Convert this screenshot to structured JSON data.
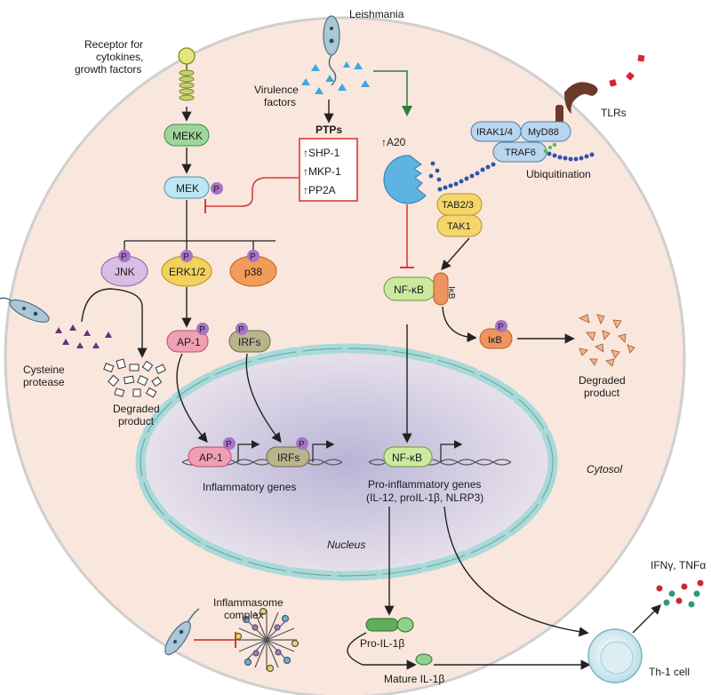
{
  "labels": {
    "leishmania": "Leishmania",
    "receptor_line1": "Receptor for",
    "receptor_line2": "cytokines,",
    "receptor_line3": "growth factors",
    "virulence_line1": "Virulence",
    "virulence_line2": "factors",
    "ptps": "PTPs",
    "shp1": "↑SHP-1",
    "mkp1": "↑MKP-1",
    "pp2a": "↑PP2A",
    "a20": "↑A20",
    "tlrs": "TLRs",
    "irak": "IRAK1/4",
    "myd88": "MyD88",
    "traf6": "TRAF6",
    "ubiquitination": "Ubiquitination",
    "tab23": "TAB2/3",
    "tak1": "TAK1",
    "mekk": "MEKK",
    "mek": "MEK",
    "p": "P",
    "jnk": "JNK",
    "erk": "ERK1/2",
    "p38": "p38",
    "nfkb": "NF-κB",
    "ikb": "IκB",
    "ap1": "AP-1",
    "irfs": "IRFs",
    "cysteine_line1": "Cysteine",
    "cysteine_line2": "protease",
    "degraded_line1": "Degraded",
    "degraded_line2": "product",
    "inflammatory_genes": "Inflammatory genes",
    "proinf_line1": "Pro-inflammatory genes",
    "proinf_line2": "(IL-12, proIL-1β, NLRP3)",
    "cytosol": "Cytosol",
    "nucleus": "Nucleus",
    "inflammasome_line1": "Inflammasome",
    "inflammasome_line2": "complex",
    "pro_il1b": "Pro-IL-1β",
    "mature_il1b": "Mature IL-1β",
    "ifn_tnf": "IFNγ, TNFα",
    "th1": "Th-1 cell"
  },
  "colors": {
    "cell_fill": "#f9e6dd",
    "cell_border": "#cfcfcf",
    "nucleus_fill": "#d7d3e6",
    "nuclear_membrane": "#a9d9d8",
    "mapk_green": "#9fd59c",
    "mek_blue": "#bde5f3",
    "jnk_purple": "#d9bde3",
    "erk_yellow": "#f2d15c",
    "p38_orange": "#f39c5a",
    "nfkb_green": "#cde9a0",
    "ikb_orange": "#ef9360",
    "ap1_pink": "#f0a0b3",
    "irfs_olive": "#b7b48e",
    "phospho_purple": "#a874c6",
    "tak_yellow": "#f4d66a",
    "irak_blue": "#b9d6ee",
    "a20_blue": "#5fb3e3",
    "inhibit_red": "#d83b3b",
    "virulence_green": "#2f7d3b",
    "tlr_brown": "#6b3a2a"
  }
}
